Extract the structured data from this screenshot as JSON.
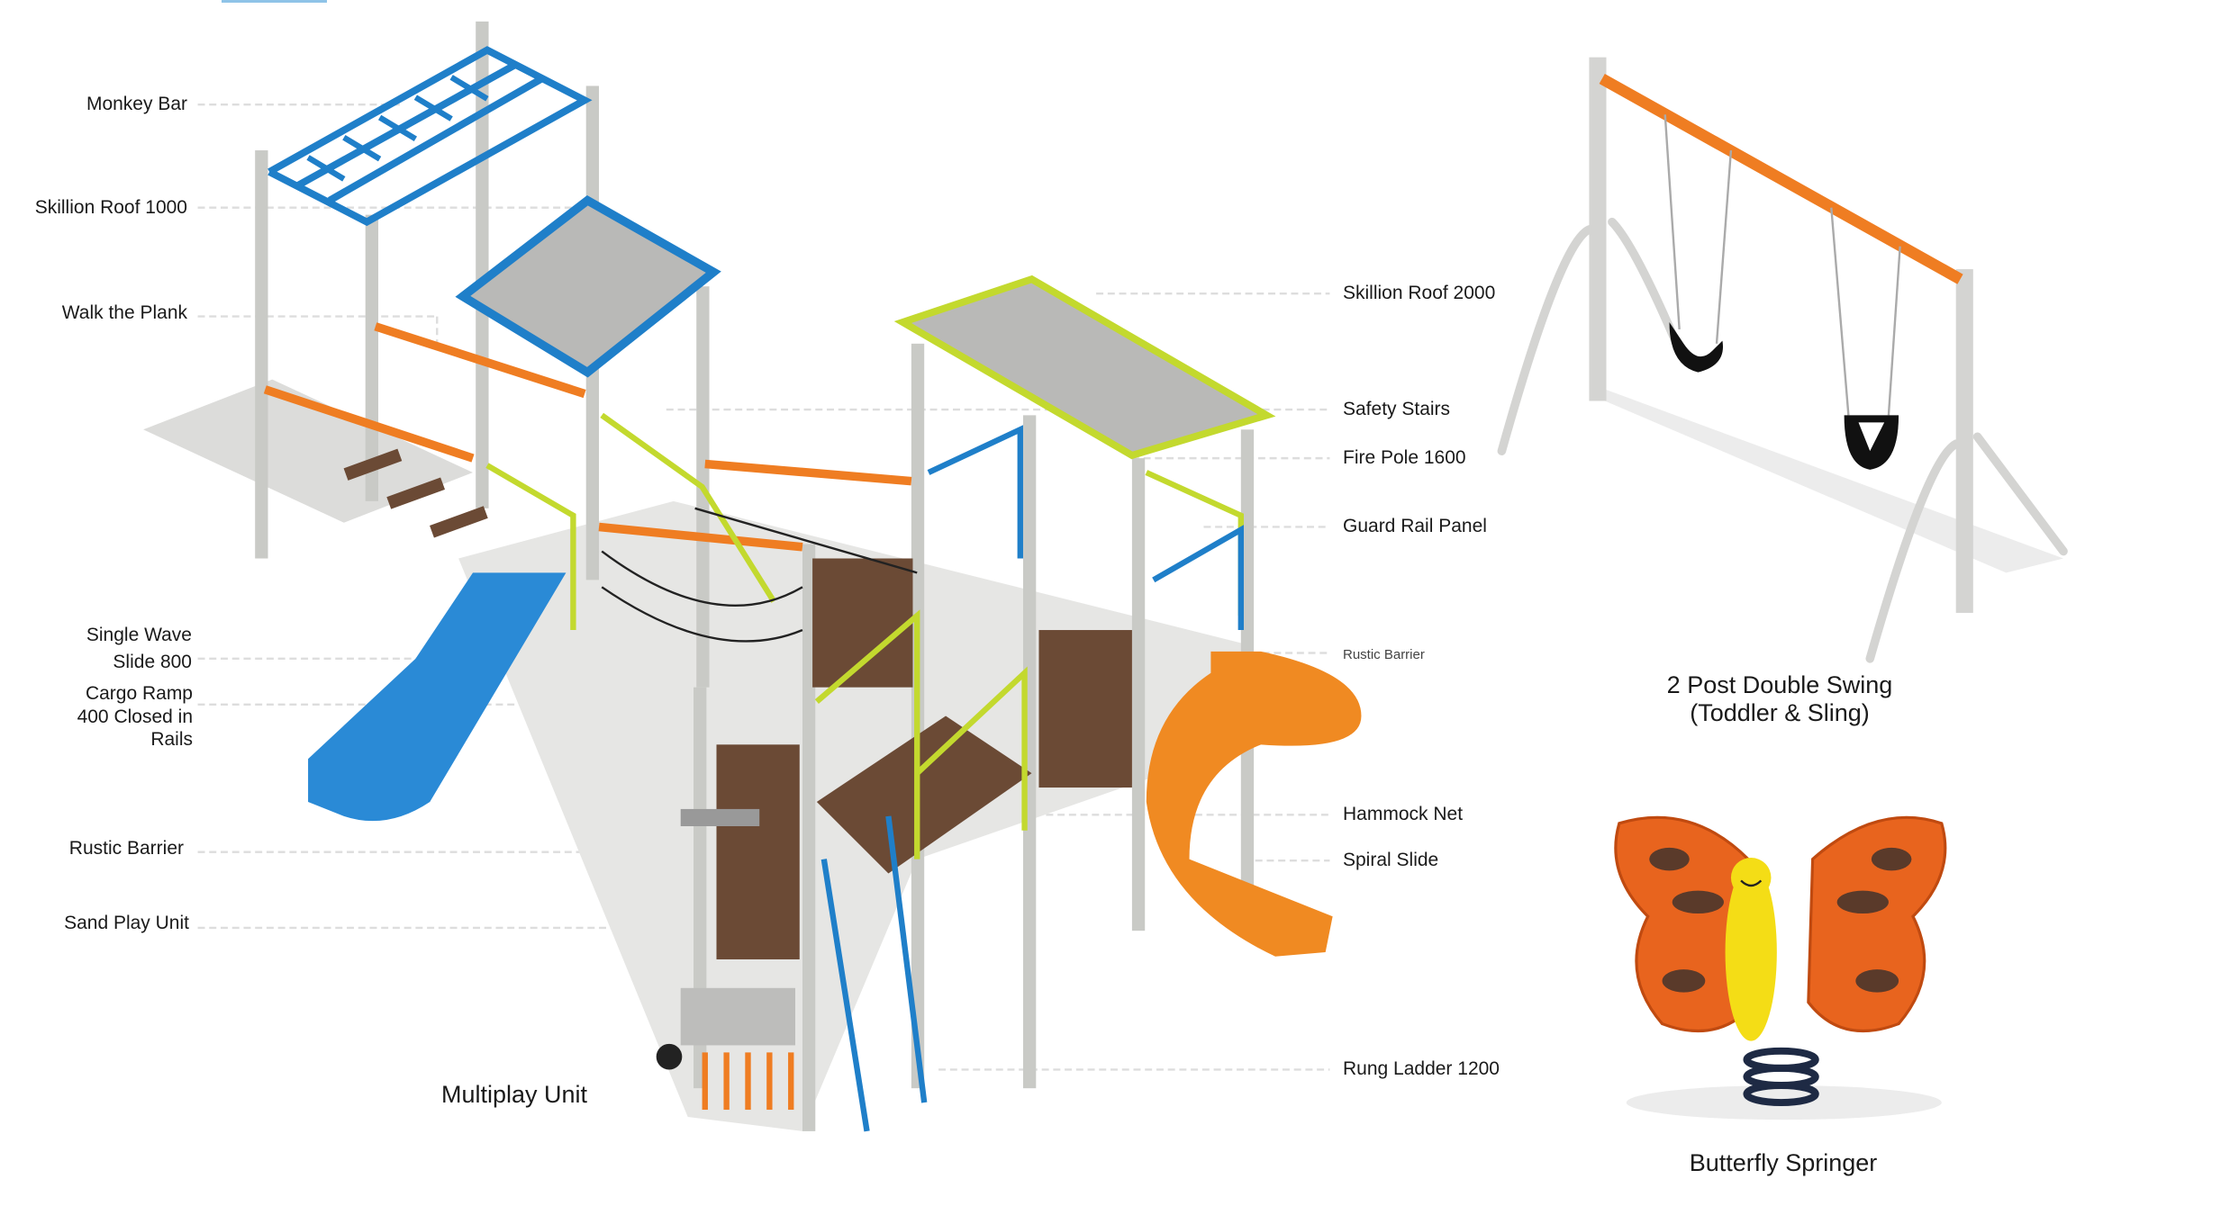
{
  "left_labels": {
    "monkey_bar": "Monkey Bar",
    "skillion_roof_1000": "Skillion Roof 1000",
    "walk_the_plank": "Walk the Plank",
    "single_wave_slide_1": "Single Wave",
    "single_wave_slide_2": "Slide 800",
    "cargo_ramp_1": "Cargo Ramp",
    "cargo_ramp_2": "400 Closed in",
    "cargo_ramp_3": "Rails",
    "rustic_barrier": "Rustic Barrier",
    "sand_play_unit": "Sand Play Unit"
  },
  "right_labels": {
    "skillion_roof_2000": "Skillion Roof 2000",
    "safety_stairs": "Safety Stairs",
    "fire_pole_1600": "Fire Pole 1600",
    "guard_rail_panel": "Guard Rail Panel",
    "rustic_barrier": "Rustic Barrier",
    "hammock_net": "Hammock Net",
    "spiral_slide": "Spiral Slide",
    "rung_ladder_1200": "Rung Ladder 1200"
  },
  "captions": {
    "multiplay_unit": "Multiplay Unit",
    "swing_line1": "2 Post Double Swing",
    "swing_line2": "(Toddler & Sling)",
    "butterfly_springer": "Butterfly Springer"
  },
  "colors": {
    "blue": "#1f7fc9",
    "orange": "#ef7d22",
    "lime": "#c3d92e",
    "post": "#c9cac6",
    "timber": "#6b4a35"
  }
}
